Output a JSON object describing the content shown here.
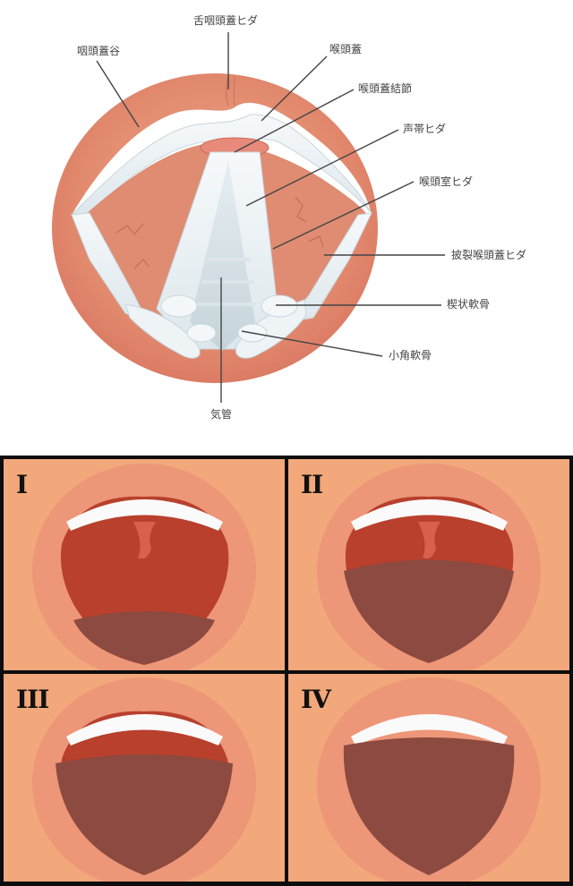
{
  "larynx_diagram": {
    "labels": {
      "vallecula": "咽頭蓋谷",
      "glossoepiglottic_fold": "舌咽頭蓋ヒダ",
      "epiglottis": "喉頭蓋",
      "epiglottic_tubercle": "喉頭蓋結節",
      "vocal_fold": "声帯ヒダ",
      "vestibular_fold": "喉頭室ヒダ",
      "aryepiglottic_fold": "披裂喉頭蓋ヒダ",
      "cuneiform_cartilage": "楔状軟骨",
      "corniculate_cartilage": "小角軟骨",
      "trachea": "気管"
    },
    "colors": {
      "mucosa": "#e0876a",
      "cartilage": "#eef3f6",
      "leader_line": "#444444"
    }
  },
  "mallampati": {
    "panels": [
      {
        "numeral": "I"
      },
      {
        "numeral": "II"
      },
      {
        "numeral": "III"
      },
      {
        "numeral": "IV"
      }
    ],
    "colors": {
      "skin": "#f2a87a",
      "lip": "#ec9478",
      "palate": "#b8402c",
      "tongue": "#8c4a40",
      "teeth": "#fafafa",
      "border": "#0d0d0d"
    }
  }
}
